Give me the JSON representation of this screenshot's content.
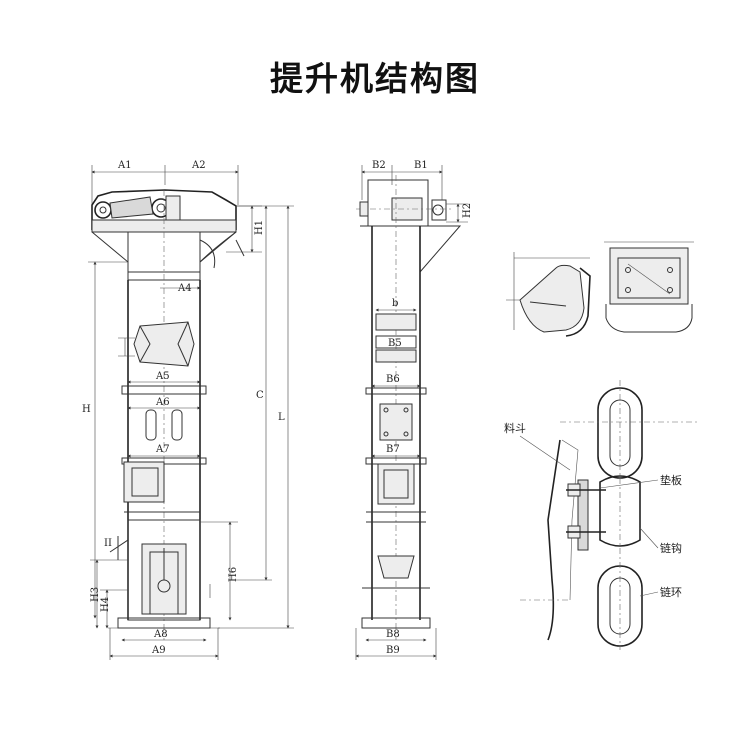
{
  "title": "提升机结构图",
  "front_view": {
    "dims": {
      "A1": "A1",
      "A2": "A2",
      "A4": "A4",
      "A5": "A5",
      "A6": "A6",
      "A7": "A7",
      "A8": "A8",
      "A9": "A9",
      "H": "H",
      "H1": "H1",
      "H3": "H3",
      "H4": "H4",
      "H6": "H6",
      "C": "C",
      "L": "L",
      "II": "II"
    }
  },
  "side_view": {
    "dims": {
      "B1": "B1",
      "B2": "B2",
      "B5": "B5",
      "B6": "B6",
      "B7": "B7",
      "B8": "B8",
      "B9": "B9",
      "b": "b",
      "H2": "H2"
    }
  },
  "chain_detail": {
    "labels": {
      "bucket": "料斗",
      "pad": "垫板",
      "hook": "链钩",
      "ring": "链环"
    }
  }
}
